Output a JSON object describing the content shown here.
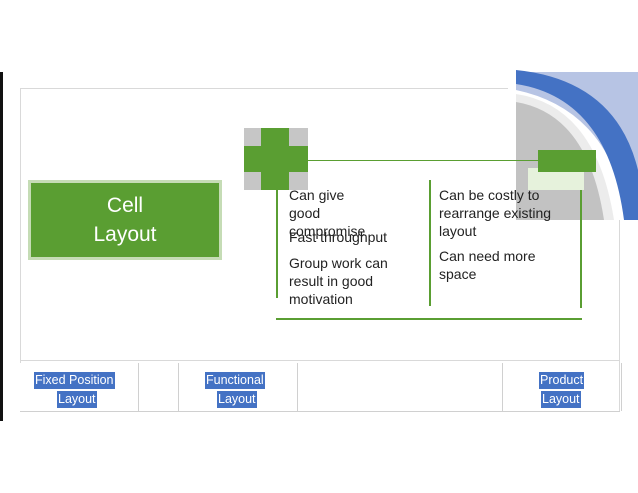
{
  "slide": {
    "cell_layout": {
      "line1": "Cell",
      "line2": "Layout"
    },
    "advantages": {
      "item1": {
        "line1": "Can give",
        "line2": "good",
        "line3": "compromise"
      },
      "item2": "Fast throughput",
      "item3": {
        "line1": "Group work can",
        "line2": "result in good",
        "line3": "motivation"
      }
    },
    "disadvantages": {
      "item1": {
        "line1": "Can be costly to",
        "line2": "rearrange existing",
        "line3": "layout"
      },
      "item2": {
        "line1": "Can need more",
        "line2": "space"
      }
    },
    "tabs": [
      {
        "line1": "Fixed Position",
        "line2": "Layout"
      },
      {
        "line1": "Functional",
        "line2": "Layout"
      },
      {
        "line1": "Product",
        "line2": "Layout"
      }
    ],
    "icons": {
      "plus": "plus-icon",
      "minus": "minus-icon"
    },
    "colors": {
      "green": "#5a9e32",
      "blue": "#4472c4"
    }
  }
}
